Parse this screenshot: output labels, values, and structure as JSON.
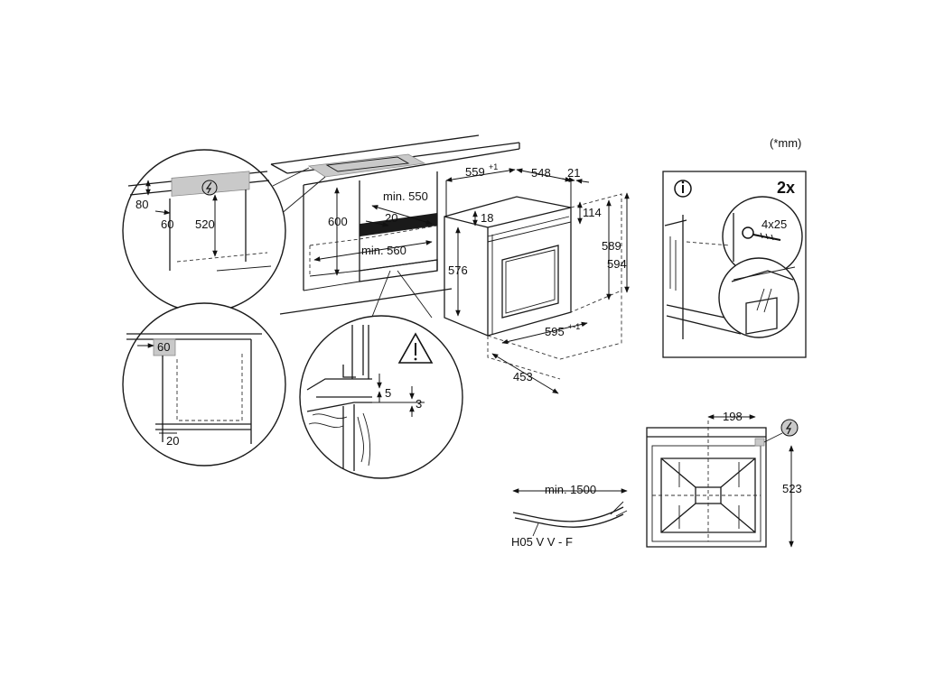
{
  "units_note": "(*mm)",
  "labels": {
    "dim_80": "80",
    "dim_60_top": "60",
    "dim_520": "520",
    "dim_600": "600",
    "dim_min550": "min. 550",
    "dim_20_niche": "20",
    "dim_min560": "min. 560",
    "dim_559": "559",
    "dim_559_tol": "+1",
    "dim_548": "548",
    "dim_21": "21",
    "dim_18": "18",
    "dim_114": "114",
    "dim_576": "576",
    "dim_589": "589",
    "dim_594": "594",
    "dim_595": "595",
    "dim_595_tol": "+-1",
    "dim_453": "453",
    "dim_60_side": "60",
    "dim_20_side": "20",
    "dim_5": "5",
    "dim_3": "3",
    "qty": "2x",
    "screw": "4x25",
    "dim_198": "198",
    "dim_523": "523",
    "cable_min": "min. 1500",
    "cable_type": "H05 V V - F"
  },
  "icons": {
    "electric": "lightning-bolt-icon",
    "warning": "warning-triangle-icon",
    "info": "info-icon"
  }
}
